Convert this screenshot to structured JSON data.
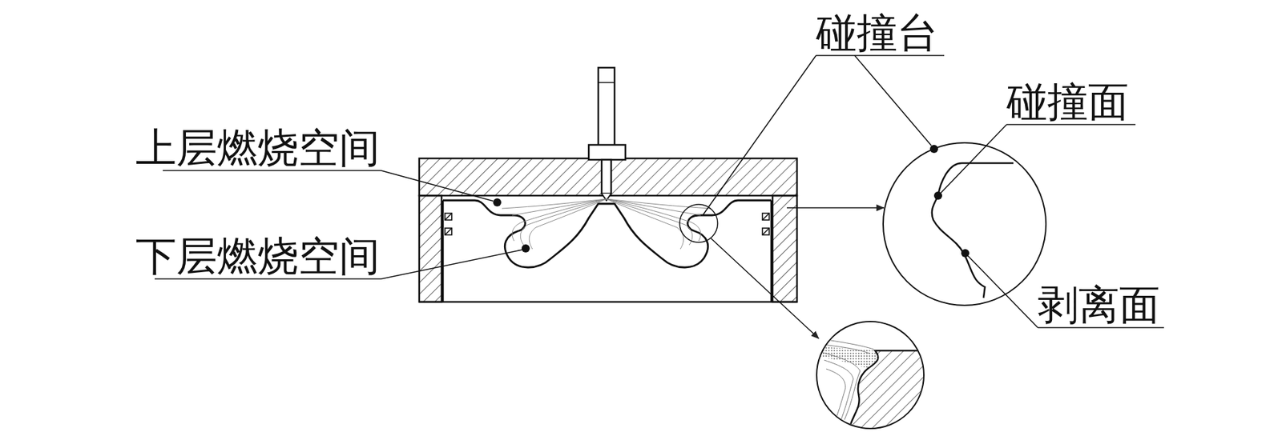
{
  "diagram": {
    "labels": [
      "碰撞台",
      "碰撞面",
      "上层燃烧空间",
      "下层燃烧空间",
      "剥离面"
    ]
  }
}
